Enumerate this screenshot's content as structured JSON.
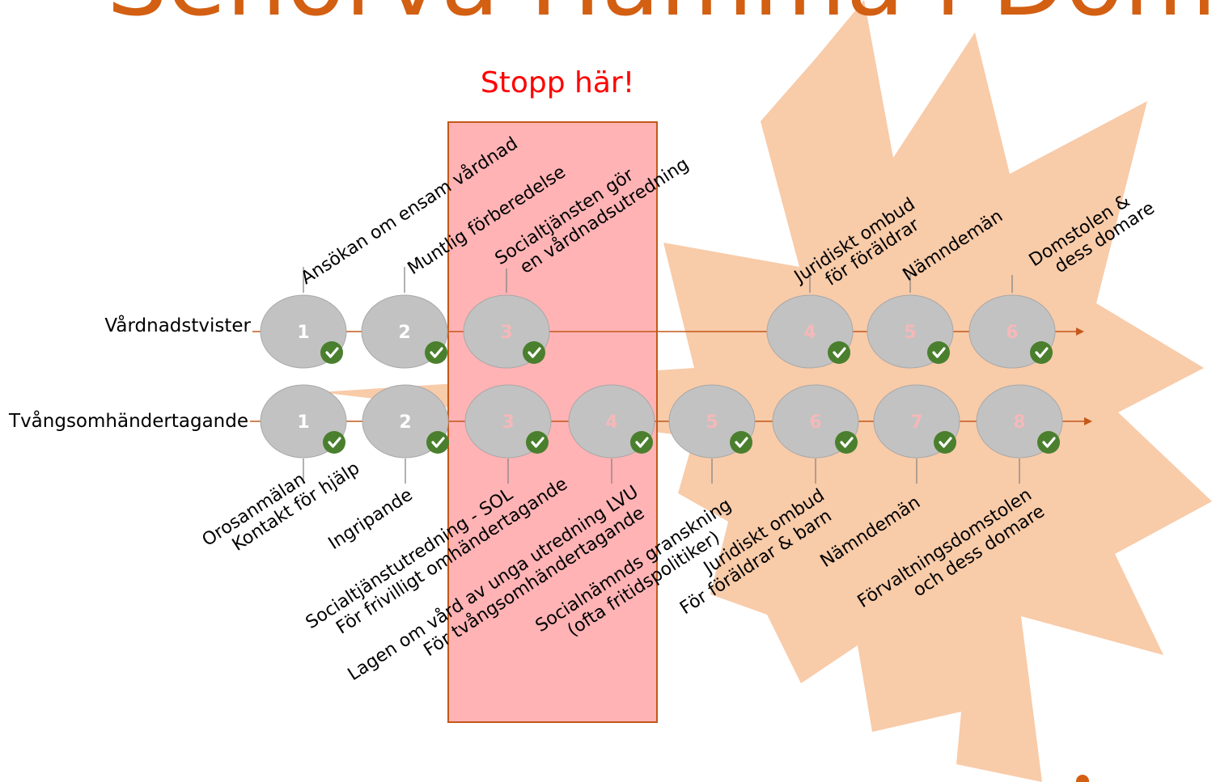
{
  "title": "Senorva Hamma i Domstolar",
  "stop_label": "Stopp här!",
  "colors": {
    "title": "#d35f12",
    "burst": "#f8cba9",
    "stop_box": "#ffb3b5",
    "stop_box_border": "#c4581b",
    "arrow": "#c4581b",
    "node": "#c2c2c2",
    "check": "#4a7f2e"
  },
  "rows": [
    {
      "label": "Vårdnadstvister",
      "steps": [
        {
          "number": "1",
          "lines": [
            "Ansökan om ensam vårdnad"
          ],
          "checked": true
        },
        {
          "number": "2",
          "lines": [
            "Muntlig förberedelse"
          ],
          "checked": true
        },
        {
          "number": "3",
          "lines": [
            "Socialtjänsten gör",
            "en vårdnadsutredning"
          ],
          "checked": true
        },
        {
          "number": "4",
          "lines": [
            "Juridiskt ombud",
            "för föräldrar"
          ],
          "checked": true
        },
        {
          "number": "5",
          "lines": [
            "Nämndemän"
          ],
          "checked": true
        },
        {
          "number": "6",
          "lines": [
            "Domstolen &",
            "dess domare"
          ],
          "checked": true
        }
      ]
    },
    {
      "label": "Tvångsomhändertagande",
      "steps": [
        {
          "number": "1",
          "lines": [
            "Orosanmälan",
            "Kontakt för hjälp"
          ],
          "checked": true
        },
        {
          "number": "2",
          "lines": [
            "Ingripande"
          ],
          "checked": true
        },
        {
          "number": "3",
          "lines": [
            "Socialtjänstutredning - SOL",
            "För frivilligt omhändertagande"
          ],
          "checked": true
        },
        {
          "number": "4",
          "lines": [
            "Lagen om vård av unga utredning LVU",
            "För tvångsomhändertagande"
          ],
          "checked": true
        },
        {
          "number": "5",
          "lines": [
            "Socialnämnds granskning",
            "(ofta fritidspolitiker)"
          ],
          "checked": true
        },
        {
          "number": "6",
          "lines": [
            "Juridiskt ombud",
            "För föräldrar & barn"
          ],
          "checked": true
        },
        {
          "number": "7",
          "lines": [
            "Nämndemän"
          ],
          "checked": true
        },
        {
          "number": "8",
          "lines": [
            "Förvaltningsdomstolen",
            "och dess domare"
          ],
          "checked": true
        }
      ]
    }
  ]
}
